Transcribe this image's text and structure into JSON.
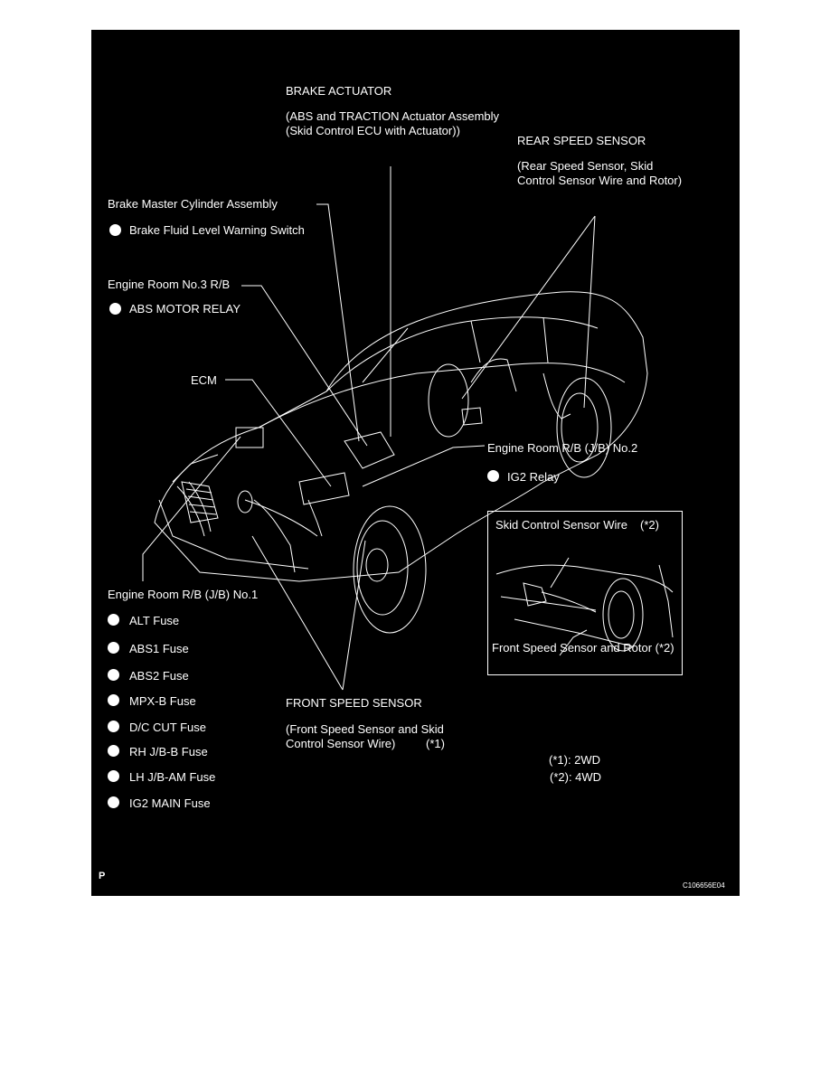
{
  "labels": {
    "brake_actuator": "BRAKE ACTUATOR",
    "brake_actuator_sub1": "(ABS and TRACTION Actuator Assembly",
    "brake_actuator_sub2": "(Skid Control ECU with Actuator))",
    "rear_speed_sensor": "REAR SPEED SENSOR",
    "rear_speed_sensor_sub1": "(Rear Speed Sensor, Skid",
    "rear_speed_sensor_sub2": "Control Sensor Wire and Rotor)",
    "master_cylinder": "Brake Master Cylinder Assembly",
    "fluid_switch": "Brake Fluid Level Warning Switch",
    "room3": "Engine Room No.3 R/B",
    "abs_motor_relay": "ABS MOTOR RELAY",
    "ecm": "ECM",
    "rb2": "Engine Room R/B (J/B) No.2",
    "ig2_relay": "IG2 Relay",
    "skid_wire": "Skid Control Sensor Wire",
    "skid_wire_note": "(*2)",
    "front_sensor_rotor": "Front Speed Sensor and Rotor (*2)",
    "rb1": "Engine Room R/B (J/B) No.1",
    "front_speed_sensor": "FRONT SPEED SENSOR",
    "front_speed_sensor_sub1": "(Front Speed Sensor and Skid",
    "front_speed_sensor_sub2": "Control Sensor Wire)",
    "front_speed_sensor_note": "(*1)",
    "note1": "(*1): 2WD",
    "note2": "(*2): 4WD",
    "page_mark": "P",
    "figure_code": "C106656E04"
  },
  "fuses": [
    "ALT Fuse",
    "ABS1 Fuse",
    "ABS2 Fuse",
    "MPX-B Fuse",
    "D/C CUT Fuse",
    "RH J/B-B Fuse",
    "LH J/B-AM Fuse",
    "IG2 MAIN Fuse"
  ],
  "colors": {
    "background": "#000000",
    "ink": "#ffffff"
  }
}
